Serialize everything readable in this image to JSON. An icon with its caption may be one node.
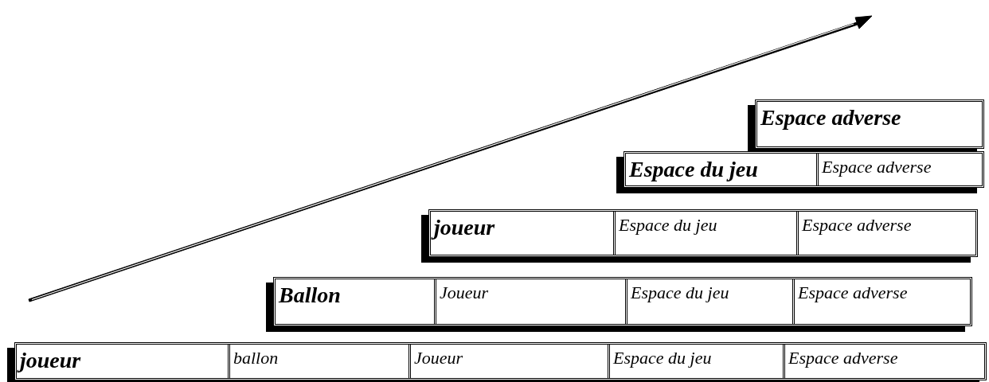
{
  "diagram": {
    "nodes": [
      {
        "text": [],
        "shape": "box"
      },
      {
        "text": [
          "Espace adverse"
        ],
        "in": 0
      },
      {
        "text": [],
        "shape": "box"
      },
      {
        "text": [
          "Espace du jeu"
        ],
        "in": 2
      },
      {
        "text": [
          "Espace adverse"
        ],
        "in": 2
      },
      {
        "text": [],
        "shape": "box"
      },
      {
        "text": [
          "joueur"
        ],
        "in": 5
      },
      {
        "text": [
          "Espace du jeu"
        ],
        "in": 5
      },
      {
        "text": [
          "Espace adverse"
        ],
        "in": 5
      },
      {
        "text": [],
        "shape": "box"
      },
      {
        "text": [
          "Ballon"
        ],
        "in": 9
      },
      {
        "text": [
          "Joueur"
        ],
        "in": 9
      },
      {
        "text": [
          "Espace du jeu"
        ],
        "in": 9
      },
      {
        "text": [
          "Espace adverse"
        ],
        "in": 9
      },
      {
        "text": [],
        "shape": "box"
      },
      {
        "text": [
          "joueur"
        ],
        "in": 14
      },
      {
        "text": [
          "ballon"
        ],
        "in": 14
      },
      {
        "text": [
          "Joueur"
        ],
        "in": 14
      },
      {
        "text": [
          "Espace du jeu"
        ],
        "in": 14
      },
      {
        "text": [
          "Espace adverse"
        ],
        "in": 14
      }
    ]
  }
}
